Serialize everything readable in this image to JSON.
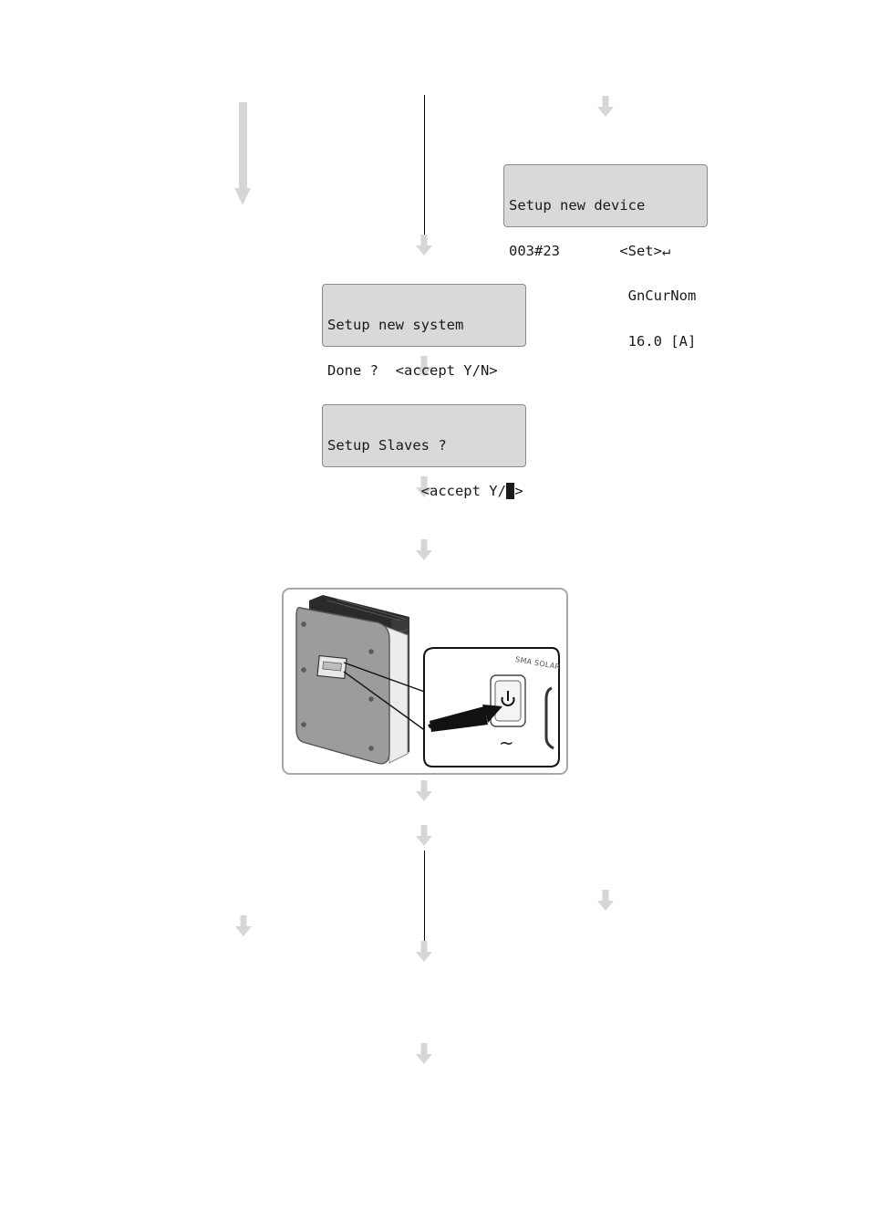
{
  "displays": {
    "setup_new_device": {
      "line1": "Setup new device",
      "line2": "003#23       <Set>↵",
      "line3": "              GnCurNom",
      "line4": "              16.0 [A]"
    },
    "setup_new_system": {
      "line1": "Setup new system",
      "line2": "Done ?  <accept Y/N>"
    },
    "setup_slaves": {
      "line1": "Setup Slaves ?",
      "line2": "           <accept Y/",
      "line2_highlight": "N",
      "line2_end": ">"
    }
  },
  "illustration": {
    "brand_label": "SMA SOLAR",
    "ac_symbol": "~"
  },
  "colors": {
    "arrow_grey": "#d6d6d6",
    "lcd_background": "#d9d9d9",
    "lcd_border": "#8a8a8a",
    "frame_border": "#a8a8a8"
  }
}
